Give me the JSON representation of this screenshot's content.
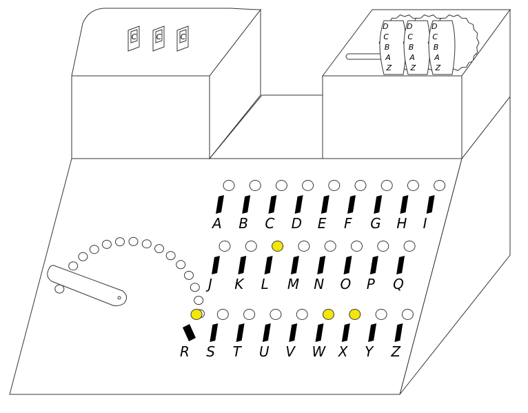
{
  "colors": {
    "lamp_off": "#ffffff",
    "lamp_on": "#f2e60a",
    "key": "#000000",
    "outline": "#333333"
  },
  "rotor_windows": [
    "C",
    "C",
    "C"
  ],
  "rotor_letters": [
    "D",
    "C",
    "B",
    "A",
    "Z"
  ],
  "rows": [
    {
      "letters": [
        "A",
        "B",
        "C",
        "D",
        "E",
        "F",
        "G",
        "H",
        "I"
      ],
      "lit": []
    },
    {
      "letters": [
        "J",
        "K",
        "L",
        "M",
        "N",
        "O",
        "P",
        "Q"
      ],
      "lit": [
        "L"
      ]
    },
    {
      "letters": [
        "R",
        "S",
        "T",
        "U",
        "V",
        "W",
        "X",
        "Y",
        "Z"
      ],
      "lit": [
        "R",
        "W",
        "X"
      ],
      "pressed": [
        "R"
      ]
    }
  ],
  "dial": {
    "position_count": 16,
    "icon": "lever-icon"
  }
}
